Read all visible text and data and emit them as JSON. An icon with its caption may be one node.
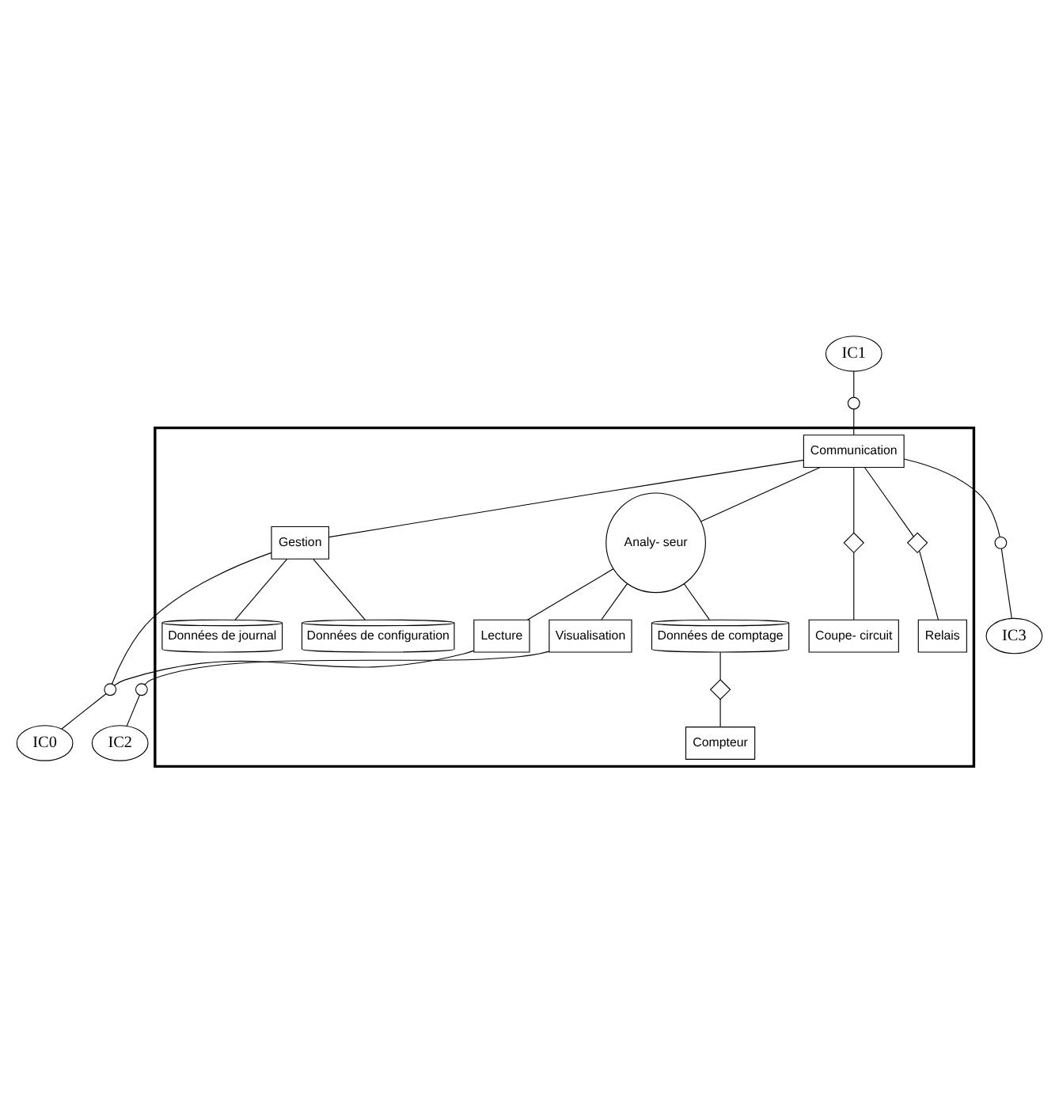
{
  "diagram": {
    "nodes": [
      {
        "text": [
          "IC1"
        ]
      },
      {
        "text": [
          "IC3"
        ]
      },
      {
        "text": [
          "IC0"
        ]
      },
      {
        "text": [
          "IC2"
        ]
      },
      {
        "text": [],
        "shape": "box"
      },
      {
        "text": [
          "Communication"
        ],
        "in": 4
      },
      {
        "text": [
          "Gestion"
        ],
        "in": 4
      },
      {
        "text": [
          "Données de journal"
        ],
        "in": 4
      },
      {
        "text": [
          "Données de configuration"
        ],
        "in": 4
      },
      {
        "text": [
          "Lecture"
        ],
        "in": 4
      },
      {
        "text": [
          "Visualisation"
        ],
        "in": 4
      },
      {
        "text": [
          "Analy- seur"
        ],
        "in": 4
      },
      {
        "text": [
          "Données de comptage"
        ],
        "in": 4
      },
      {
        "text": [
          "Coupe- circuit"
        ],
        "in": 4
      },
      {
        "text": [
          "Relais"
        ],
        "in": 4
      },
      {
        "text": [
          "Compteur"
        ],
        "in": 4
      },
      {
        "text": [],
        "shape": "circle"
      },
      {
        "text": [],
        "shape": "circle"
      },
      {
        "text": [],
        "shape": "circle"
      },
      {
        "text": [],
        "shape": "circle"
      },
      {
        "text": [],
        "shape": "diamond",
        "in": 4
      },
      {
        "text": [],
        "shape": "diamond",
        "in": 4
      },
      {
        "text": [],
        "shape": "diamond",
        "in": 4
      }
    ],
    "edges": [
      {
        "from": 0,
        "to": 16,
        "arrow": "none"
      },
      {
        "from": 16,
        "to": 5,
        "arrow": "none"
      },
      {
        "from": 5,
        "to": 17,
        "arrow": "none"
      },
      {
        "from": 17,
        "to": 1,
        "arrow": "none"
      },
      {
        "from": 5,
        "to": 6,
        "arrow": "none"
      },
      {
        "from": 6,
        "to": 7,
        "arrow": "none"
      },
      {
        "from": 6,
        "to": 8,
        "arrow": "none"
      },
      {
        "from": 6,
        "to": 18,
        "arrow": "none"
      },
      {
        "from": 9,
        "to": 18,
        "arrow": "none"
      },
      {
        "from": 18,
        "to": 2,
        "arrow": "none"
      },
      {
        "from": 10,
        "to": 19,
        "arrow": "none"
      },
      {
        "from": 19,
        "to": 3,
        "arrow": "none"
      },
      {
        "from": 5,
        "to": 20,
        "arrow": "none"
      },
      {
        "from": 5,
        "to": 21,
        "arrow": "none"
      },
      {
        "from": 5,
        "to": 11,
        "arrow": "none"
      },
      {
        "from": 11,
        "to": 9,
        "arrow": "none"
      },
      {
        "from": 11,
        "to": 10,
        "arrow": "none"
      },
      {
        "from": 11,
        "to": 12,
        "arrow": "none"
      },
      {
        "from": 12,
        "to": 22,
        "arrow": "none"
      },
      {
        "from": 20,
        "to": 13,
        "arrow": "none"
      },
      {
        "from": 21,
        "to": 14,
        "arrow": "none"
      },
      {
        "from": 22,
        "to": 15,
        "arrow": "none"
      }
    ]
  }
}
